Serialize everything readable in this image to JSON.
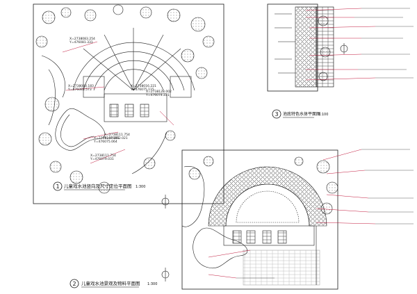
{
  "drawings": [
    {
      "number": "1",
      "title": "儿童戏水池竖向及尺寸定位平面图",
      "scale": "1:300"
    },
    {
      "number": "3",
      "title": "池底特色水体平面图",
      "scale": "1:100"
    },
    {
      "number": "2",
      "title": "儿童戏水池景观及物料平面图",
      "scale": "1:300"
    }
  ],
  "coordinate_labels": [
    "X=2738083.254",
    "Y=476081.331",
    "X=2738083.183",
    "Y=476083.573",
    "X=2738016.221",
    "Y=476075.115",
    "X=2738111.754",
    "Y=476062.021",
    "X=2738111.754",
    "Y=476079.031",
    "X=2738104.361",
    "Y=476075.064",
    "X=2738128.002",
    "Y=476074.221"
  ],
  "colors": {
    "line": "#1a1a1a",
    "leader": "#c0163a",
    "background": "#ffffff"
  }
}
